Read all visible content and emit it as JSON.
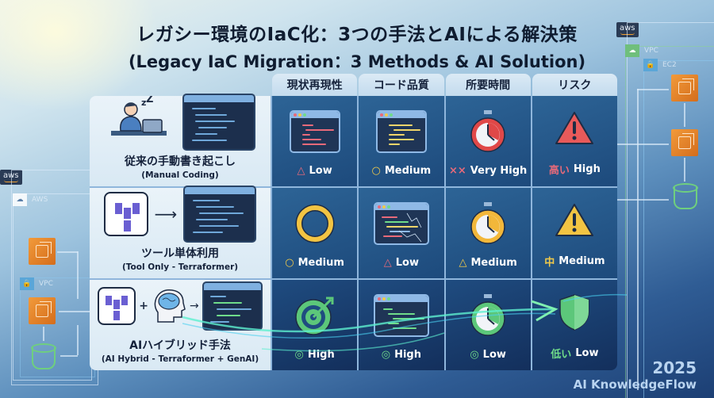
{
  "title": {
    "jp": "レガシー環境のIaC化：3つの手法とAIによる解決策",
    "en": "(Legacy IaC Migration：3 Methods & AI Solution)"
  },
  "columns": [
    "現状再現性",
    "コード品質",
    "所要時間",
    "リスク"
  ],
  "rows": [
    {
      "name_jp": "従来の手動書き起こし",
      "name_en": "(Manual Coding)",
      "illustration": "tired-person-at-laptop-with-code-window",
      "cells": [
        {
          "icon": "code-window-red-lines-icon",
          "mark": "△",
          "mark_color": "#e86a7a",
          "label": "Low"
        },
        {
          "icon": "code-window-yellow-lines-icon",
          "mark": "○",
          "mark_color": "#f0c94a",
          "label": "Medium"
        },
        {
          "icon": "stopwatch-red-icon",
          "mark": "××",
          "mark_color": "#e86a7a",
          "label": "Very High"
        },
        {
          "icon": "warning-triangle-red-icon",
          "mark": "高い",
          "mark_color": "#e86a7a",
          "label": "High"
        }
      ]
    },
    {
      "name_jp": "ツール単体利用",
      "name_en": "(Tool Only - Terraformer)",
      "illustration": "terraform-logo-arrow-code-window",
      "cells": [
        {
          "icon": "circle-yellow-icon",
          "mark": "○",
          "mark_color": "#f0c94a",
          "label": "Medium"
        },
        {
          "icon": "code-window-broken-icon",
          "mark": "△",
          "mark_color": "#e86a7a",
          "label": "Low"
        },
        {
          "icon": "stopwatch-yellow-icon",
          "mark": "△",
          "mark_color": "#f0c94a",
          "label": "Medium"
        },
        {
          "icon": "warning-triangle-yellow-icon",
          "mark": "中",
          "mark_color": "#f0c94a",
          "label": "Medium"
        }
      ]
    },
    {
      "name_jp": "AIハイブリッド手法",
      "name_en": "(AI Hybrid - Terraformer + GenAI)",
      "illustration": "terraform-plus-ai-brain-arrow-code-window",
      "cells": [
        {
          "icon": "target-green-icon",
          "mark": "◎",
          "mark_color": "#6fdc8a",
          "label": "High"
        },
        {
          "icon": "code-window-green-lines-icon",
          "mark": "◎",
          "mark_color": "#6fdc8a",
          "label": "High"
        },
        {
          "icon": "stopwatch-green-icon",
          "mark": "◎",
          "mark_color": "#6fdc8a",
          "label": "Low"
        },
        {
          "icon": "shield-green-icon",
          "mark": "低い",
          "mark_color": "#6fdc8a",
          "label": "Low"
        }
      ]
    }
  ],
  "aws_right": {
    "badge": "aws",
    "vpc": "VPC",
    "ec2": "EC2"
  },
  "aws_left": {
    "badge": "aws",
    "aws": "AWS",
    "vpc": "VPC"
  },
  "footer": {
    "year": "2025",
    "brand": "AI KnowledgeFlow"
  }
}
